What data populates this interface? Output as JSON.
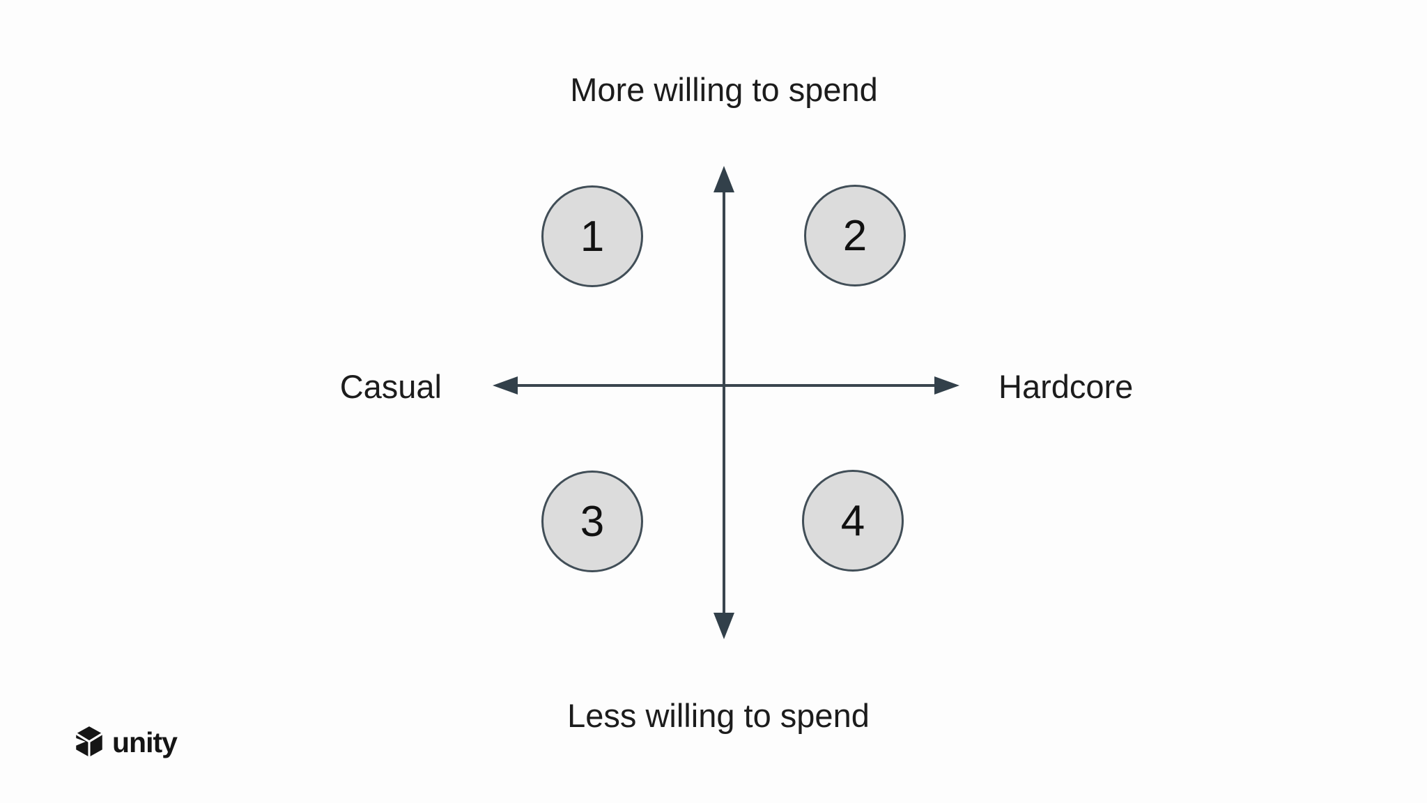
{
  "diagram": {
    "axis_labels": {
      "top": "More willing to spend",
      "bottom": "Less willing to spend",
      "left": "Casual",
      "right": "Hardcore"
    },
    "quadrants": [
      {
        "number": "1",
        "position": "top-left"
      },
      {
        "number": "2",
        "position": "top-right"
      },
      {
        "number": "3",
        "position": "bottom-left"
      },
      {
        "number": "4",
        "position": "bottom-right"
      }
    ],
    "colors": {
      "axis": "#3a454e",
      "arrowhead": "#32404a",
      "circle_fill": "#dcdcdc",
      "circle_border": "#414e57",
      "text": "#1c1c1c",
      "background": "#fdfdfd"
    }
  },
  "branding": {
    "logo_text": "unity"
  }
}
